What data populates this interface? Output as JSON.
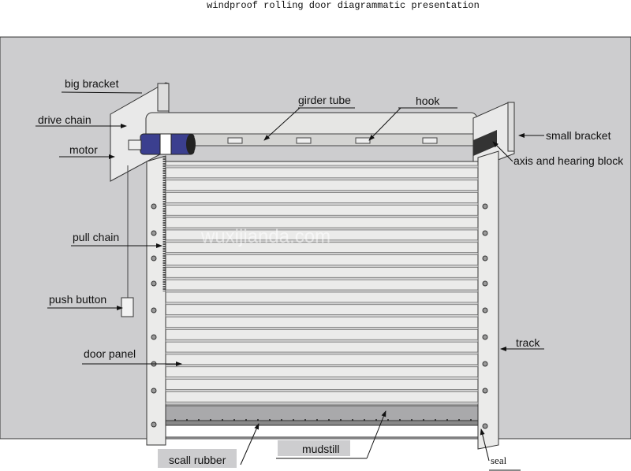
{
  "title": "windproof rolling door diagrammatic presentation",
  "watermark": "wuxijianda.com",
  "colors": {
    "background": "#cdcdcf",
    "motor": "#3b3f8f",
    "door": "#ebebea",
    "mudsill": "#a9a9ab"
  },
  "labels": {
    "big_bracket": "big bracket",
    "drive_chain": "drive chain",
    "motor": "motor",
    "girder_tube": "girder tube",
    "hook": "hook",
    "small_bracket": "small bracket",
    "axis_block": "axis and hearing block",
    "pull_chain": "pull chain",
    "push_button": "push button",
    "door_panel": "door panel",
    "track": "track",
    "scall_rubber": "scall rubber",
    "mudstill": "mudstill",
    "seal": "seal"
  }
}
